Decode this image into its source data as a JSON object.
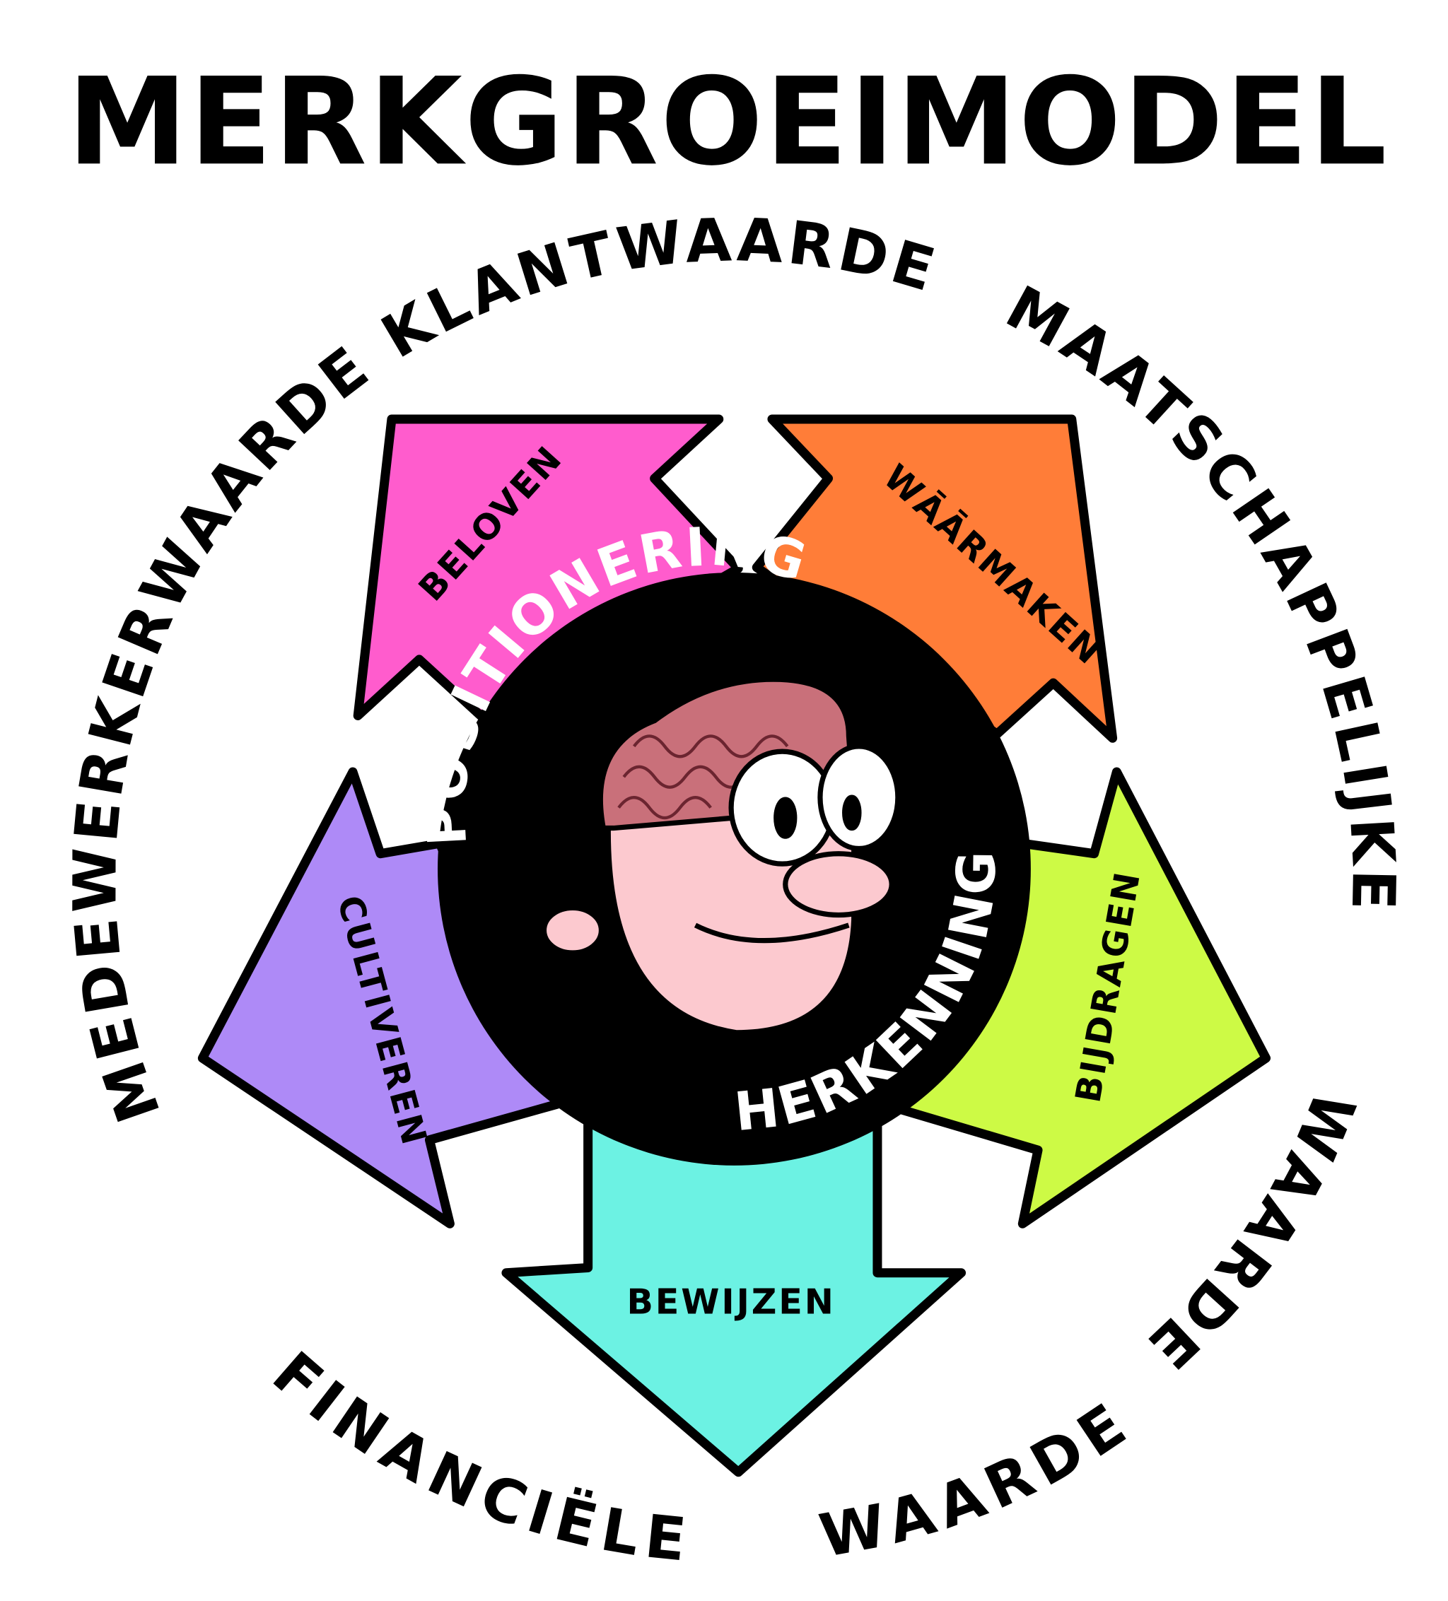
{
  "title": "MERKGROEIMODEL",
  "outer_labels": {
    "klantwaarde": "KLANTWAARDE",
    "maatschappelijke": "MAATSCHAPPELIJKE",
    "maatschappelijke_waarde": "WAARDE",
    "financiele": "FINANCIËLE",
    "financiele_waarde": "WAARDE",
    "medewerkerwaarde": "MEDEWERKERWAARDE"
  },
  "center": {
    "top_label": "POSITIONERING",
    "bottom_label": "HERKENNING"
  },
  "arrows": [
    {
      "label": "BELOVEN",
      "color": "#ff5ccd"
    },
    {
      "label": "WĀĀRMAKEN",
      "color": "#ff7d38"
    },
    {
      "label": "BIJDRAGEN",
      "color": "#cdfa45"
    },
    {
      "label": "BEWIJZEN",
      "color": "#6cf2e3"
    },
    {
      "label": "CULTIVEREN",
      "color": "#ae8af7"
    }
  ]
}
